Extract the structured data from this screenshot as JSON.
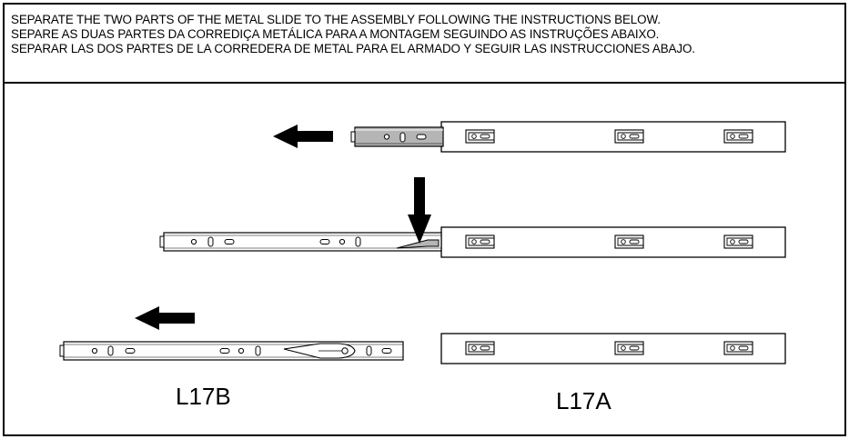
{
  "instructions": {
    "english": "SEPARATE THE TWO PARTS OF THE METAL SLIDE TO THE ASSEMBLY FOLLOWING THE INSTRUCTIONS BELOW.",
    "portuguese": "SEPARE AS DUAS PARTES DA CORREDIÇA METÁLICA PARA A MONTAGEM SEGUINDO AS INSTRUÇÕES ABAIXO.",
    "spanish": "SEPARAR LAS DOS PARTES DE LA CORREDERA DE METAL PARA EL ARMADO Y SEGUIR LAS INSTRUCCIONES ABAJO."
  },
  "parts": {
    "inner_slide": "L17B",
    "outer_slide": "L17A"
  },
  "colors": {
    "line": "#000000",
    "inner_slide_fill": "#b5b5b5"
  }
}
